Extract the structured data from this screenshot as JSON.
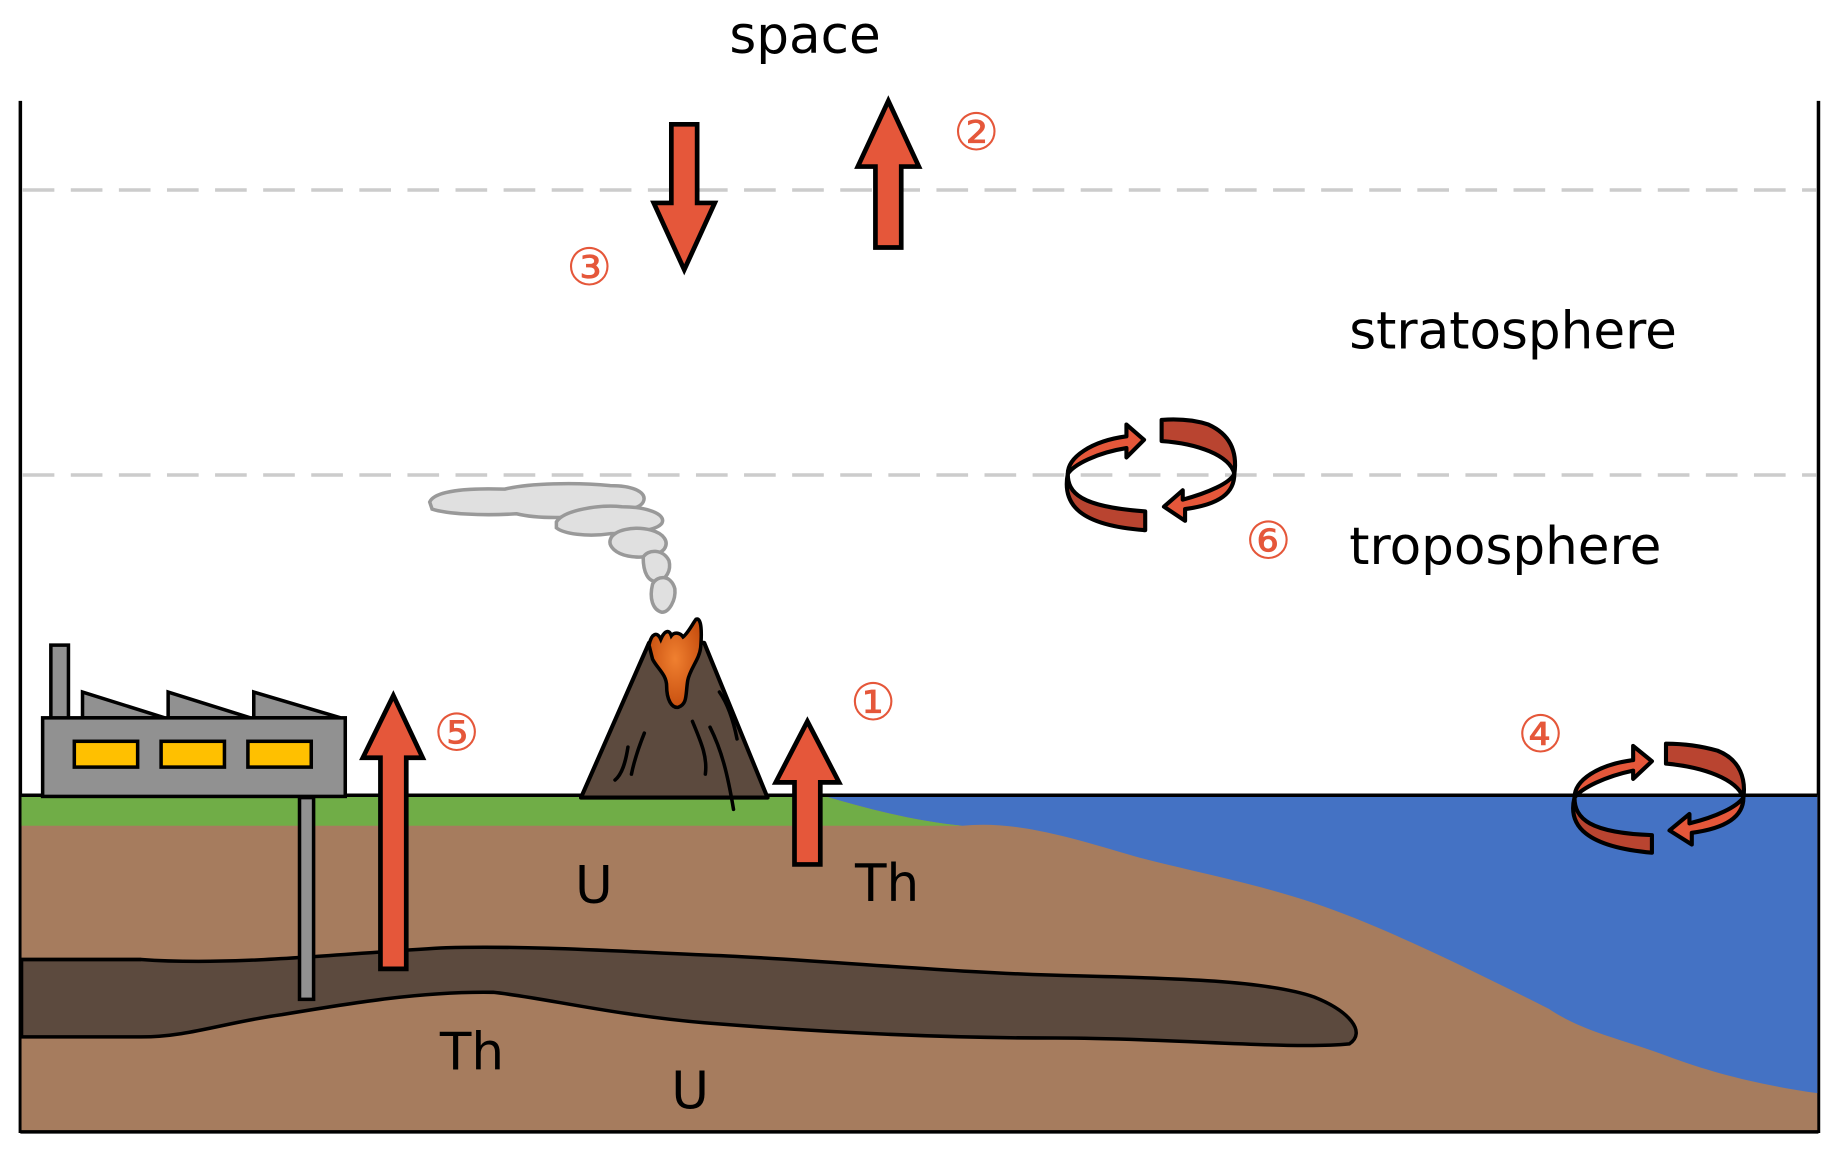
{
  "diagram": {
    "title": "Atmospheric and geological transport pathways",
    "labels": {
      "space": "space",
      "stratosphere": "stratosphere",
      "troposphere": "troposphere"
    },
    "element_labels": {
      "surface_uranium": "U",
      "surface_thorium": "Th",
      "deep_thorium": "Th",
      "deep_uranium": "U"
    },
    "markers": [
      {
        "id": "1",
        "glyph": "①",
        "meaning": "upward flux from ground"
      },
      {
        "id": "2",
        "glyph": "②",
        "meaning": "upward flux to space"
      },
      {
        "id": "3",
        "glyph": "③",
        "meaning": "downward flux from space"
      },
      {
        "id": "4",
        "glyph": "④",
        "meaning": "ocean-atmosphere exchange"
      },
      {
        "id": "5",
        "glyph": "⑤",
        "meaning": "industrial extraction flux"
      },
      {
        "id": "6",
        "glyph": "⑥",
        "meaning": "stratosphere-troposphere exchange"
      }
    ],
    "colors": {
      "arrow": "#e5573a",
      "arrow_dark": "#b94430",
      "grass": "#70ad47",
      "soil": "#a67c5e",
      "rock_layer": "#5c4a3e",
      "ocean": "#4472c4",
      "factory": "#919191",
      "window": "#ffc000",
      "volcano": "#5c4a3e",
      "lava": "#e06a1c",
      "smoke": "#e0e0e0",
      "boundary_dash": "#cccccc"
    }
  }
}
